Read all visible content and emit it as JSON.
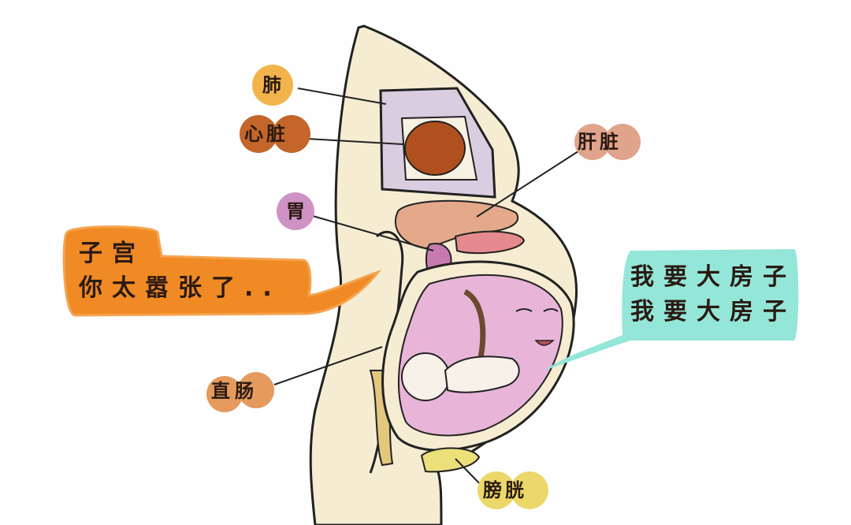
{
  "diagram": {
    "type": "anatomy-illustration",
    "subject": "pregnant woman sagittal section, organs displaced by uterus",
    "labels": {
      "lung": "肺",
      "heart": "心脏",
      "liver": "肝脏",
      "stomach": "胃",
      "rectum": "直肠",
      "bladder": "膀胱"
    },
    "speech_bubbles": {
      "uterus_complaint": {
        "line1": "子宫",
        "line2": "你太嚣张了.."
      },
      "baby_wish": {
        "line1": "我要大房子",
        "line2": "我要大房子"
      }
    },
    "colors": {
      "body": "#f5ecd2",
      "lung": "#d9cde0",
      "heart": "#b0501e",
      "liver": "#e3a98a",
      "stomach": "#c77ab0",
      "uterus": "#e8b5d8",
      "orange_bubble": "#f08a24",
      "teal_bubble": "#93e6d8",
      "bladder": "#ece07a"
    }
  }
}
